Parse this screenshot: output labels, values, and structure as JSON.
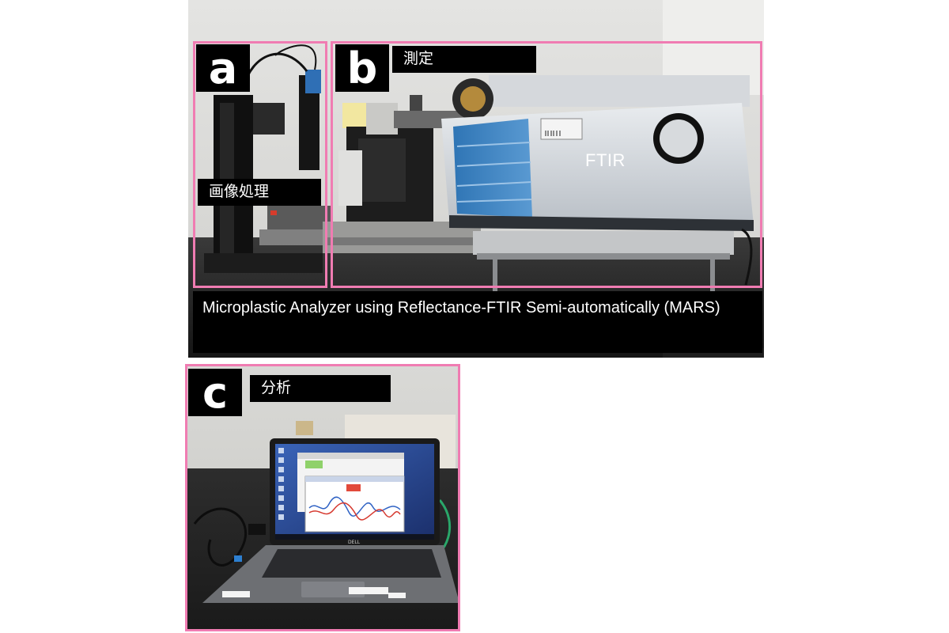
{
  "panels": {
    "a": {
      "letter": "a",
      "label": "画像処理"
    },
    "b": {
      "letter": "b",
      "label": "測定"
    },
    "c": {
      "letter": "c",
      "label": "分析"
    }
  },
  "instrument_label": "FTIR",
  "caption": "Microplastic Analyzer using Reflectance-FTIR Semi-automatically (MARS)",
  "laptop_brand": "DELL",
  "colors": {
    "frame": "#f07cb2",
    "label_background": "#000000",
    "label_text": "#ffffff",
    "instrument_blue": "#3f88c6",
    "instrument_gray": "#cfd4da"
  }
}
